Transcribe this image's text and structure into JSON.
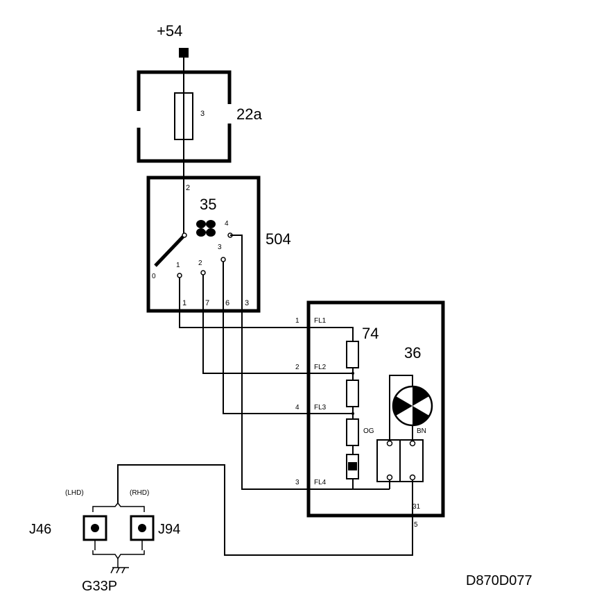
{
  "supply_label": "+54",
  "fuse_box": {
    "id": "22a",
    "fuse": "3",
    "pin": "2"
  },
  "switch_box": {
    "id": "504",
    "switch_ref": "35",
    "positions": [
      "0",
      "1",
      "2",
      "3",
      "4"
    ],
    "pins": [
      "1",
      "7",
      "6",
      "3"
    ]
  },
  "resistor_box": {
    "id": "74",
    "fan_ref": "36",
    "wire_numbers": [
      "1",
      "2",
      "4",
      "3"
    ],
    "terminals": [
      "FL1",
      "FL2",
      "FL3",
      "FL4"
    ],
    "colors": [
      "OG",
      "BN"
    ],
    "ground_pin": "31",
    "ground_wire": "5"
  },
  "variants": {
    "left": "(LHD)",
    "right": "(RHD)"
  },
  "connectors": {
    "left": "J46",
    "right": "J94"
  },
  "ground": "G33P",
  "drawing_id": "D870D077"
}
